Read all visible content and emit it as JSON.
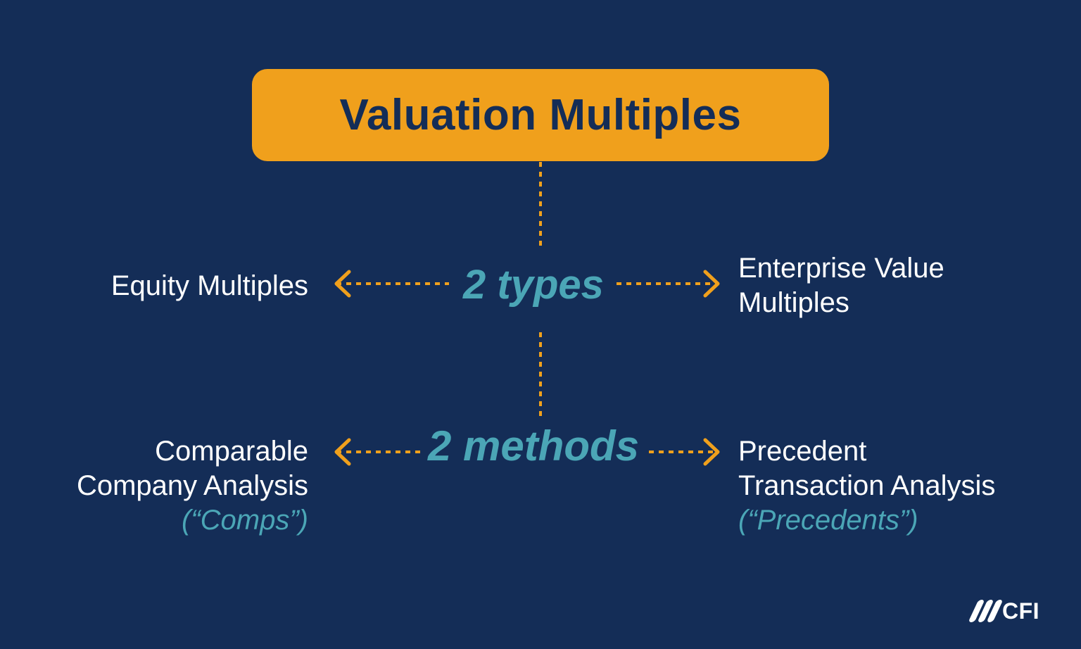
{
  "title": "Valuation Multiples",
  "hubs": {
    "types": "2 types",
    "methods": "2 methods"
  },
  "types": {
    "left": [
      "Equity Multiples"
    ],
    "right": [
      "Enterprise Value",
      "Multiples"
    ]
  },
  "methods": {
    "left": {
      "lines": [
        "Comparable",
        "Company Analysis"
      ],
      "aka": "(“Comps”)"
    },
    "right": {
      "lines": [
        "Precedent",
        "Transaction Analysis"
      ],
      "aka": "(“Precedents”)"
    }
  },
  "logo": {
    "text": "CFI",
    "icon": "cfi-slash-logo-icon"
  },
  "colors": {
    "background": "#142d57",
    "accent_orange": "#f0a01c",
    "accent_teal": "#4ba6b6",
    "text_white": "#ffffff"
  }
}
